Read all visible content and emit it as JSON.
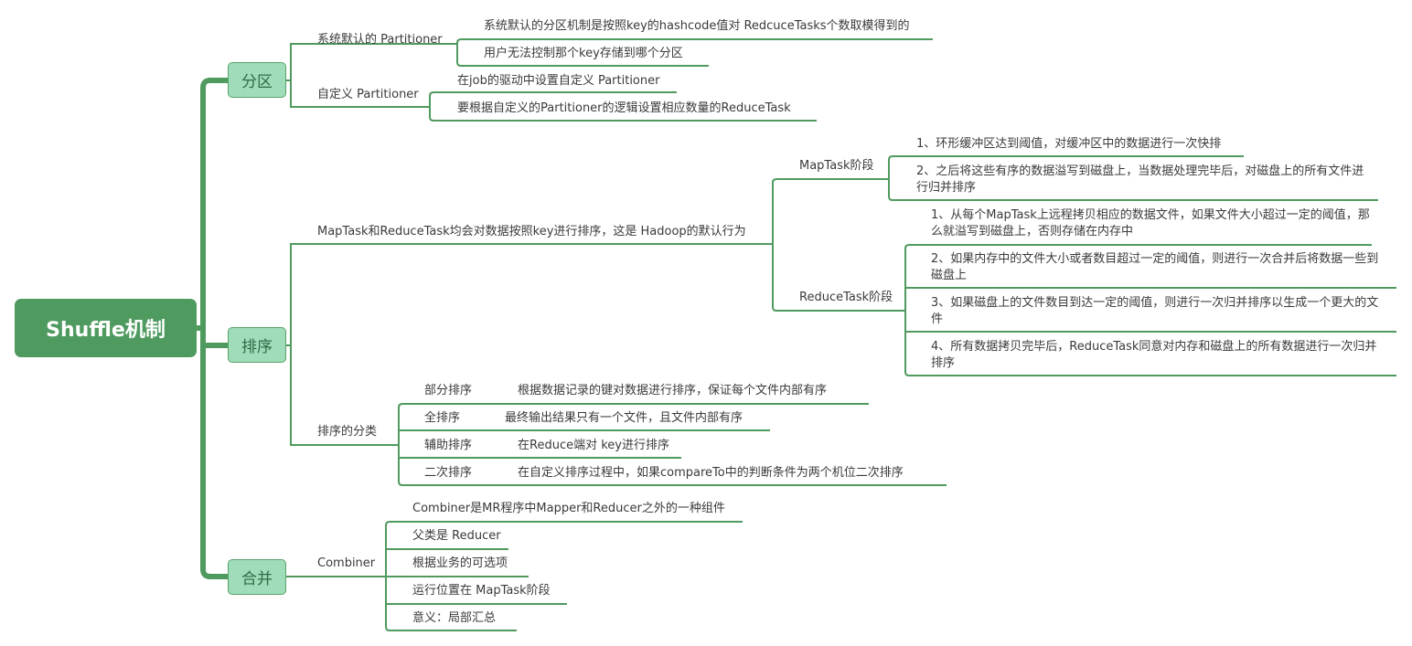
{
  "root": "Shuffle机制",
  "partition": {
    "label": "分区",
    "default": {
      "label": "系统默认的 Partitioner",
      "items": [
        "系统默认的分区机制是按照key的hashcode值对 RedcuceTasks个数取模得到的",
        "用户无法控制那个key存储到哪个分区"
      ]
    },
    "custom": {
      "label": "自定义 Partitioner",
      "items": [
        "在job的驱动中设置自定义 Partitioner",
        "要根据自定义的Partitioner的逻辑设置相应数量的ReduceTask"
      ]
    }
  },
  "sort": {
    "label": "排序",
    "behavior": {
      "label": "MapTask和ReduceTask均会对数据按照key进行排序，这是 Hadoop的默认行为",
      "maptask": {
        "label": "MapTask阶段",
        "items": [
          "1、环形缓冲区达到阈值，对缓冲区中的数据进行一次快排",
          "2、之后将这些有序的数据溢写到磁盘上，当数据处理完毕后，对磁盘上的所有文件进行归并排序"
        ]
      },
      "reducetask": {
        "label": "ReduceTask阶段",
        "items": [
          "1、从每个MapTask上远程拷贝相应的数据文件，如果文件大小超过一定的阈值，那么就溢写到磁盘上，否则存储在内存中",
          "2、如果内存中的文件大小或者数目超过一定的阈值，则进行一次合并后将数据一些到磁盘上",
          "3、如果磁盘上的文件数目到达一定的阈值，则进行一次归并排序以生成一个更大的文件",
          "4、所有数据拷贝完毕后，ReduceTask同意对内存和磁盘上的所有数据进行一次归并排序"
        ]
      }
    },
    "types": {
      "label": "排序的分类",
      "items": [
        {
          "name": "部分排序",
          "desc": "根据数据记录的键对数据进行排序，保证每个文件内部有序"
        },
        {
          "name": "全排序",
          "desc": "最终输出结果只有一个文件，且文件内部有序"
        },
        {
          "name": "辅助排序",
          "desc": "在Reduce端对 key进行排序"
        },
        {
          "name": "二次排序",
          "desc": "在自定义排序过程中，如果compareTo中的判断条件为两个机位二次排序"
        }
      ]
    }
  },
  "combine": {
    "label": "合并",
    "combiner": {
      "label": "Combiner",
      "items": [
        "Combiner是MR程序中Mapper和Reducer之外的一种组件",
        "父类是 Reducer",
        "根据业务的可选项",
        "运行位置在 MapTask阶段",
        "意义：局部汇总"
      ]
    }
  }
}
